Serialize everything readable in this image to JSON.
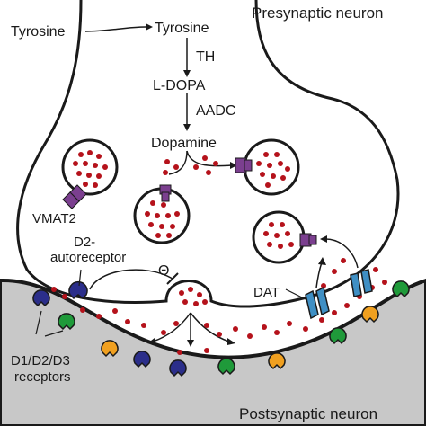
{
  "labels": {
    "tyrosine_outside": "Tyrosine",
    "tyrosine_inside": "Tyrosine",
    "th": "TH",
    "ldopa": "L-DOPA",
    "aadc": "AADC",
    "dopamine": "Dopamine",
    "presynaptic": "Presynaptic neuron",
    "postsynaptic": "Postsynaptic neuron",
    "vmat2": "VMAT2",
    "d2_line1": "D2-",
    "d2_line2": "autoreceptor",
    "inhibit_symbol": "Θ",
    "dat": "DAT",
    "receptors_line1": "D1/D2/D3",
    "receptors_line2": "receptors"
  },
  "colors": {
    "outline": "#1a1a1a",
    "postsynaptic_fill": "#c8c8c8",
    "dopamine": "#b5121b",
    "vmat2": "#7b3f8f",
    "dat": "#3f8fc4",
    "d2_autoreceptor": "#2b2e8a",
    "receptor_green": "#1f9a3a",
    "receptor_orange": "#f0a020",
    "receptor_purple": "#2b2e8a"
  }
}
